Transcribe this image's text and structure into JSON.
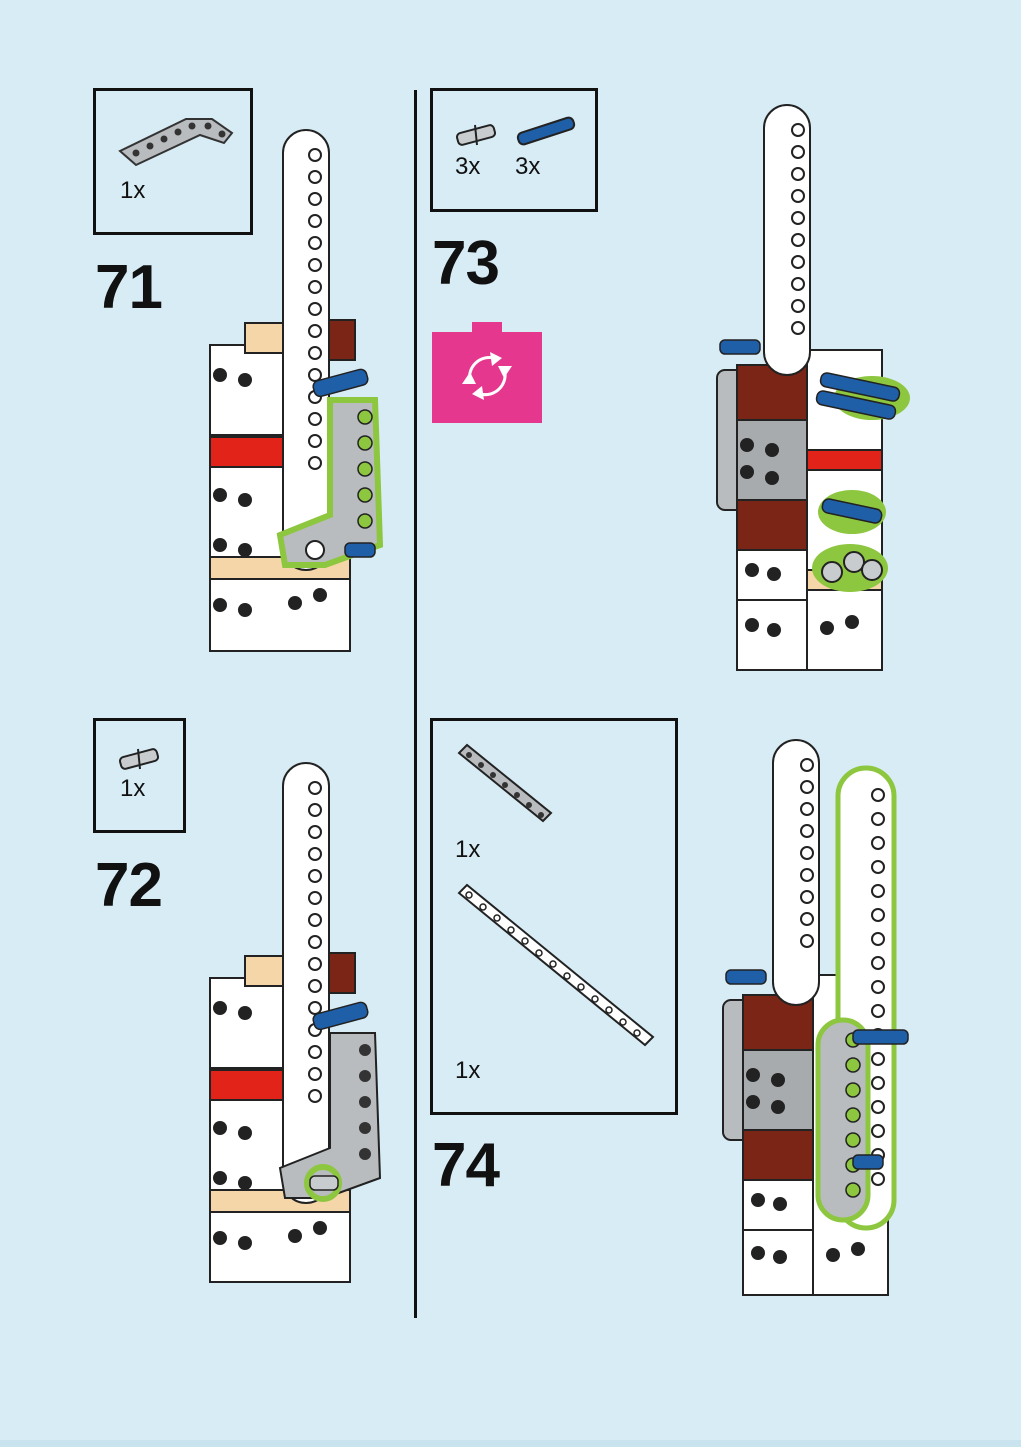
{
  "steps": [
    {
      "number": "71",
      "parts": [
        {
          "qty": "1x",
          "part": "l-shaped-beam"
        }
      ]
    },
    {
      "number": "72",
      "parts": [
        {
          "qty": "1x",
          "part": "connector-pin"
        }
      ]
    },
    {
      "number": "73",
      "parts": [
        {
          "qty": "3x",
          "part": "connector-pin"
        },
        {
          "qty": "3x",
          "part": "blue-axle-pin"
        }
      ]
    },
    {
      "number": "74",
      "parts": [
        {
          "qty": "1x",
          "part": "grey-beam-7"
        },
        {
          "qty": "1x",
          "part": "white-beam-13"
        }
      ]
    }
  ],
  "icons": {
    "rotate": "rotate-model-icon"
  },
  "colors": {
    "background": "#d8ecf5",
    "highlight": "#8dc63f",
    "rotate_badge": "#e6378e",
    "blue_pin": "#1f5fa8",
    "dark_red": "#7a2516",
    "red": "#e2231a",
    "tan": "#f5d6a8",
    "grey": "#a7abae"
  }
}
